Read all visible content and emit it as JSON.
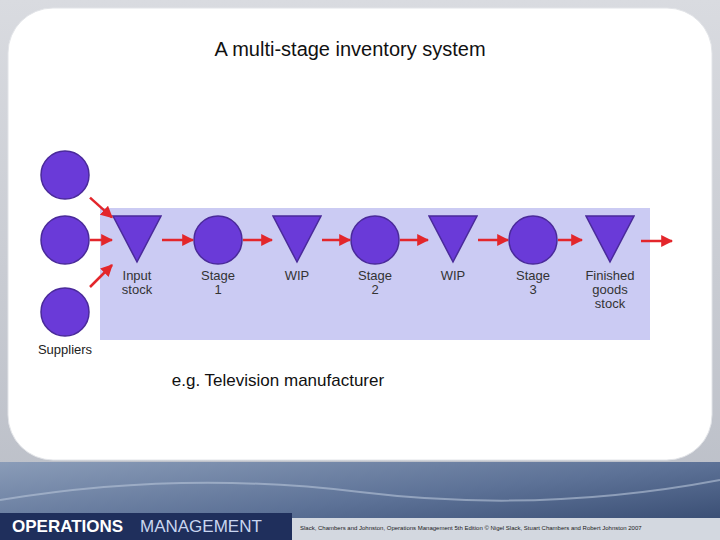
{
  "diagram": {
    "title": "A multi-stage inventory system",
    "nodes": [
      {
        "text": []
      },
      {
        "text": []
      },
      {
        "text": []
      },
      {
        "text": [
          "Input stock"
        ]
      },
      {
        "text": [
          "Stage 1"
        ]
      },
      {
        "text": [
          "WIP"
        ]
      },
      {
        "text": [
          "Stage 2"
        ]
      },
      {
        "text": [
          "WIP"
        ]
      },
      {
        "text": [
          "Stage 3"
        ]
      },
      {
        "text": [
          "Finished goods stock"
        ]
      }
    ],
    "edges": [
      {
        "from": 0,
        "to": 3,
        "arrow": "to"
      },
      {
        "from": 1,
        "to": 3,
        "arrow": "to"
      },
      {
        "from": 2,
        "to": 3,
        "arrow": "to"
      },
      {
        "from": 3,
        "to": 4,
        "arrow": "to"
      },
      {
        "from": 4,
        "to": 5,
        "arrow": "to"
      },
      {
        "from": 5,
        "to": 6,
        "arrow": "to"
      },
      {
        "from": 6,
        "to": 7,
        "arrow": "to"
      },
      {
        "from": 7,
        "to": 8,
        "arrow": "to"
      },
      {
        "from": 8,
        "to": 9,
        "arrow": "to"
      }
    ],
    "labels": [
      "Suppliers",
      "e.g. Television manufacturer",
      "OPERATIONS",
      "MANAGEMENT",
      "Slack, Chambers and Johnston, Operations Management 5th Edition © Nigel Slack, Stuart Chambers and Robert Johnston 2007"
    ]
  }
}
